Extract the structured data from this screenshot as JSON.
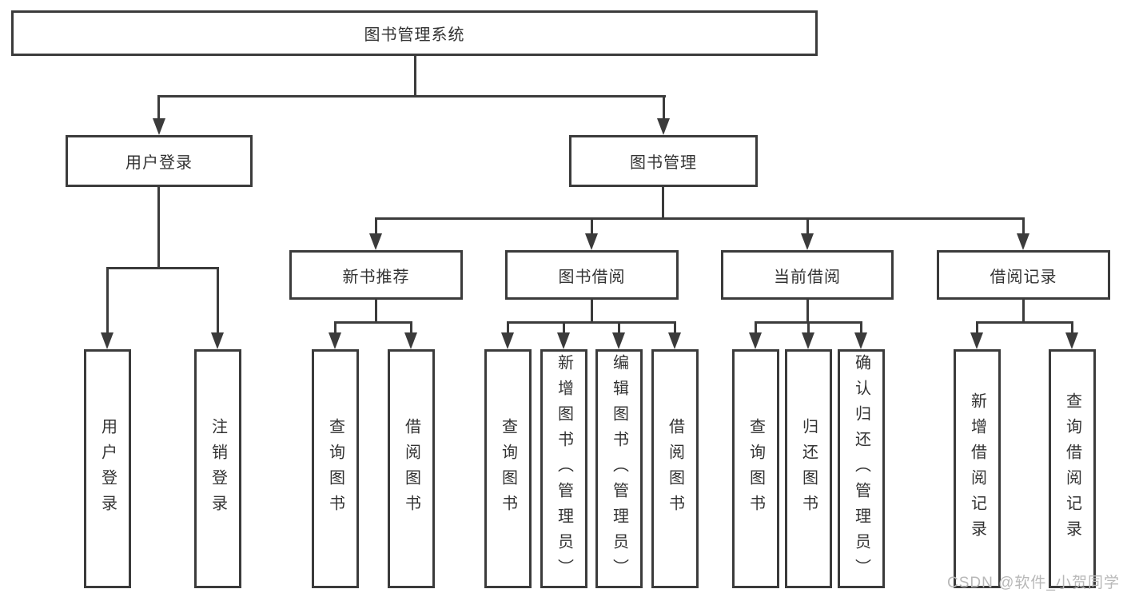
{
  "diagram": {
    "title": "图书管理系统",
    "branches": [
      {
        "label": "用户登录",
        "children": [
          {
            "label": "用户登录"
          },
          {
            "label": "注销登录"
          }
        ]
      },
      {
        "label": "图书管理",
        "children": [
          {
            "label": "新书推荐",
            "children": [
              {
                "label": "查询图书"
              },
              {
                "label": "借阅图书"
              }
            ]
          },
          {
            "label": "图书借阅",
            "children": [
              {
                "label": "查询图书"
              },
              {
                "label": "新增图书（管理员）"
              },
              {
                "label": "编辑图书（管理员）"
              },
              {
                "label": "借阅图书"
              }
            ]
          },
          {
            "label": "当前借阅",
            "children": [
              {
                "label": "查询图书"
              },
              {
                "label": "归还图书"
              },
              {
                "label": "确认归还（管理员）"
              }
            ]
          },
          {
            "label": "借阅记录",
            "children": [
              {
                "label": "新增借阅记录"
              },
              {
                "label": "查询借阅记录"
              }
            ]
          }
        ]
      }
    ]
  },
  "watermark": {
    "text": "CSDN @软件_小贺同学"
  },
  "colors": {
    "line": "#3b3b3b",
    "text": "#333333",
    "watermark": "#b8b8b8",
    "background": "#ffffff"
  }
}
